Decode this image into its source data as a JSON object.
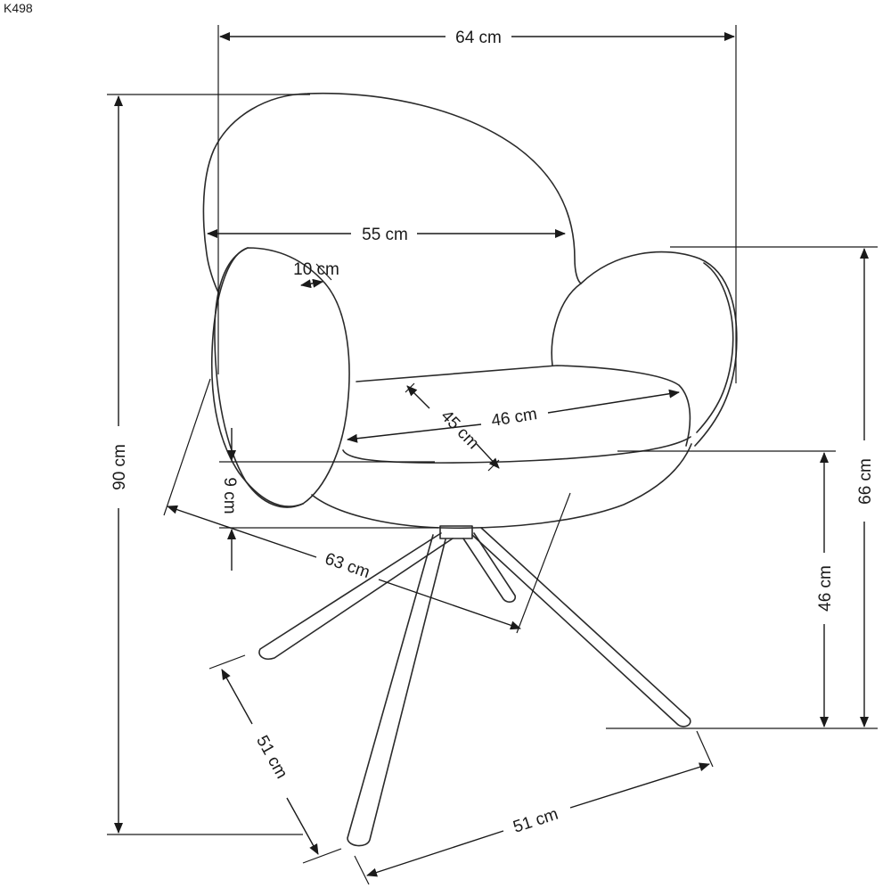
{
  "model_code": "K498",
  "dimensions": {
    "overall_width": "64 cm",
    "back_width": "55 cm",
    "armrest_thickness": "10 cm",
    "overall_height": "90 cm",
    "armrest_height": "66 cm",
    "seat_height": "46 cm",
    "seat_width": "46 cm",
    "seat_depth": "45 cm",
    "seat_thickness": "9 cm",
    "overall_depth": "63 cm",
    "base_depth": "51 cm",
    "base_width": "51 cm"
  }
}
